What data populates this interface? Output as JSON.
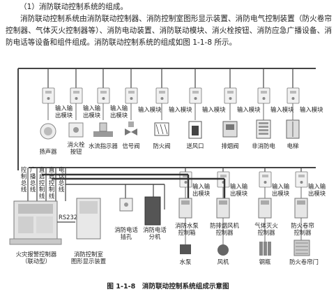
{
  "text": {
    "heading": "（1）消防联动控制系统的组成。",
    "body": "消防联动控制系统由消防联动控制器、消防控制室图形显示装置、消防电气控制装置（防火卷帘控制器、气体灭火控制器等）、消防电动装置、消防联动模块、消火栓按钮、消防应急广播设备、消防电话等设备和组件组成。消防联动控制系统的组成如图 1-1-8 所示。"
  },
  "figure": {
    "caption": "图 1-1-8　消防联动控制系统组成示意图",
    "module_label": [
      "输入输",
      "出模块"
    ],
    "module_label_inline": "输入模块",
    "top_devices": [
      [
        "扬声器"
      ],
      [
        "消火栓",
        "按钮"
      ],
      [
        "水流指示器"
      ],
      [
        "信号阀"
      ],
      [
        "防火阀"
      ],
      [
        "送风口"
      ],
      [
        "排烟阀"
      ],
      [
        "非消防电"
      ],
      [
        "电梯"
      ]
    ],
    "controller": {
      "label": [
        "火灾报警控制器",
        "（联动型）"
      ]
    },
    "graphic_display": {
      "label": [
        "消防控制室",
        "图形显示装置"
      ],
      "port": "RS232"
    },
    "bus_labels": [
      "控制总线",
      "广播总线",
      "直启控制线",
      "直启控制线",
      "电话总线"
    ],
    "phone_devices": [
      [
        "消防电话",
        "插孔"
      ],
      [
        "消防电话",
        "分机"
      ]
    ],
    "bottom_controllers": [
      [
        "消防水泵",
        "控制箱"
      ],
      [
        "防排烟风机",
        "控制器"
      ],
      [
        "气体灭火",
        "控制器"
      ],
      [
        "防火卷帘",
        "控制器"
      ]
    ],
    "bottom_devices": [
      "水泵",
      "风机",
      "钢瓶",
      "防火卷帘门"
    ]
  }
}
